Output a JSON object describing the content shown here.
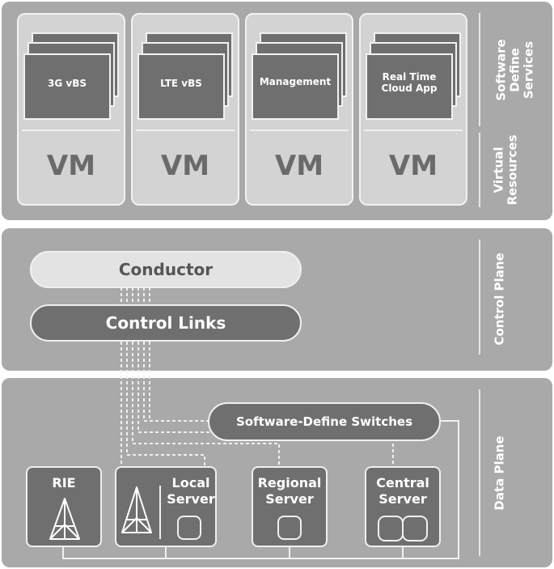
{
  "top": {
    "side_label_1": "Software\nDefine\nServices",
    "side_label_2": "Virtual\nResources",
    "columns": [
      {
        "service": "3G vBS",
        "vm": "VM"
      },
      {
        "service": "LTE vBS",
        "vm": "VM"
      },
      {
        "service": "Management",
        "vm": "VM"
      },
      {
        "service": "Real Time\nCloud App",
        "vm": "VM"
      }
    ]
  },
  "control": {
    "side_label": "Control Plane",
    "conductor": "Conductor",
    "control_links": "Control Links"
  },
  "data": {
    "side_label": "Data Plane",
    "switches": "Software-Define Switches",
    "nodes": [
      {
        "label": "RIE"
      },
      {
        "label": "Local\nServer"
      },
      {
        "label": "Regional\nServer"
      },
      {
        "label": "Central\nServer"
      }
    ]
  },
  "colors": {
    "panel": "#a9a9a9",
    "dark": "#6f6f6f",
    "light": "#d3d3d3",
    "line": "#f0f0f0"
  }
}
